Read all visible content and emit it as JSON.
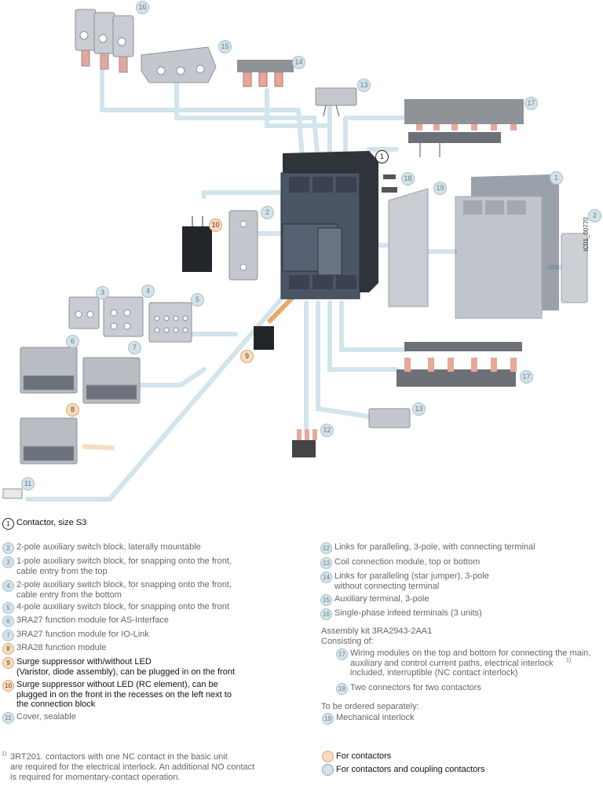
{
  "diagram_id": "IC01_00770",
  "callouts": {
    "c1": "1",
    "c1b": "1",
    "c2": "2",
    "c2b": "2",
    "c3": "3",
    "c4": "4",
    "c5": "5",
    "c6": "6",
    "c7": "7",
    "c8": "8",
    "c9": "9",
    "c10": "10",
    "c11": "11",
    "c12": "12",
    "c13": "13",
    "c13b": "13",
    "c14": "14",
    "c15": "15",
    "c16": "16",
    "c17": "17",
    "c17b": "17",
    "c18": "18",
    "c19": "19"
  },
  "items": [
    {
      "num": "1",
      "text": "Contactor, size S3"
    },
    {
      "num": "2",
      "text": "2-pole auxiliary switch block, laterally mountable"
    },
    {
      "num": "3",
      "text": "1-pole auxiliary switch block, for snapping onto the front,\ncable entry from the top"
    },
    {
      "num": "4",
      "text": "2-pole auxiliary switch block, for snapping onto the front,\ncable entry from the bottom"
    },
    {
      "num": "5",
      "text": "4-pole auxiliary switch block, for snapping onto the front"
    },
    {
      "num": "6",
      "text": "3RA27 function module for AS-Interface"
    },
    {
      "num": "7",
      "text": "3RA27 function module for IO-Link"
    },
    {
      "num": "8",
      "text": "3RA28 function module"
    },
    {
      "num": "9",
      "text": "Surge suppressor with/without LED\n(Varistor, diode assembly), can be plugged in on the front"
    },
    {
      "num": "10",
      "text": "Surge suppressor without LED (RC element), can be\nplugged in on the front in the recesses on the left next to\nthe connection block"
    },
    {
      "num": "11",
      "text": "Cover, sealable"
    },
    {
      "num": "12",
      "text": "Links for paralleling, 3-pole, with connecting terminal"
    },
    {
      "num": "13",
      "text": "Coil connection module, top or bottom"
    },
    {
      "num": "14",
      "text": "Links for paralleling (star jumper), 3-pole\nwithout connecting terminal"
    },
    {
      "num": "15",
      "text": "Auxiliary terminal, 3-pole"
    },
    {
      "num": "16",
      "text": "Single-phase infeed terminals (3 units)"
    },
    {
      "num": "17",
      "text": "Wiring modules on the top and bottom for connecting the main,\nauxiliary and control current paths, electrical interlock\nincluded, interruptible (NC contact interlock)"
    },
    {
      "num": "18",
      "text": "Two connectors for two contactors"
    },
    {
      "num": "19",
      "text": "Mechanical interlock"
    }
  ],
  "item17_sup": "1)",
  "assembly_kit": "Assembly kit 3RA2943-2AA1",
  "consisting_of": "Consisting of:",
  "order_separately": "To be ordered separately:",
  "footnote_mark": "1)",
  "footnote": "3RT201. contactors with one NC contact in the basic unit\nare required for the electrical interlock. An additional NO contact\nis required for momentary-contact operation.",
  "legend": {
    "orange": "For contactors",
    "blue": "For contactors and coupling contactors"
  },
  "colors": {
    "orange_fill": "#f7dcc0",
    "blue_fill": "#d4e3ea",
    "contactor_body": "#4a5568",
    "accessory_gray": "#b8bcc2",
    "line_blue": "#cfe0e8"
  }
}
